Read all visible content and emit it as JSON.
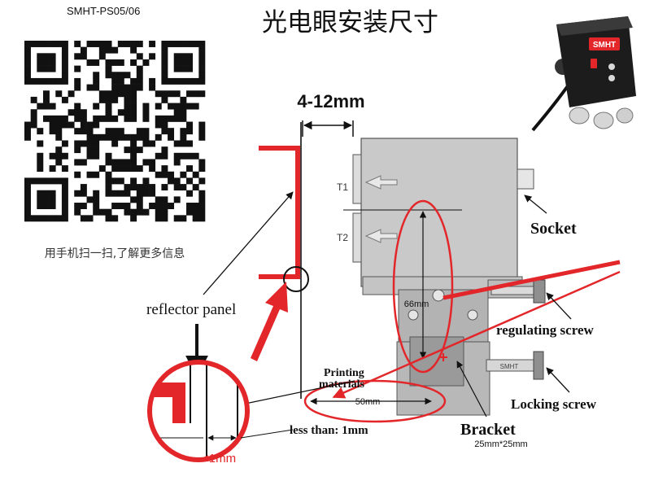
{
  "header": {
    "model_code": "SMHT-PS05/06",
    "title": "光电眼安装尺寸"
  },
  "qr": {
    "caption": "用手机扫一扫,了解更多信息"
  },
  "device_photo": {
    "brand_label": "SMHT"
  },
  "diagram": {
    "gap_dimension": "4-12mm",
    "t1": "T1",
    "t2": "T2",
    "socket": "Socket",
    "height_dim": "66mm",
    "width_dim": "50mm",
    "screw_brand": "SMHT",
    "reflector_panel": "reflector panel",
    "regulating_screw": "regulating screw",
    "printing_line1": "Printing",
    "printing_line2": "materials",
    "locking_screw": "Locking screw",
    "less_than": "less than: 1mm",
    "bracket": "Bracket",
    "bracket_size": "25mm*25mm",
    "zoom_gap": "<1mm"
  },
  "colors": {
    "accent_red": "#e2262a",
    "sensor_gray": "#c9c9c9",
    "bracket_gray": "#b3b3b3",
    "line": "#111111"
  }
}
